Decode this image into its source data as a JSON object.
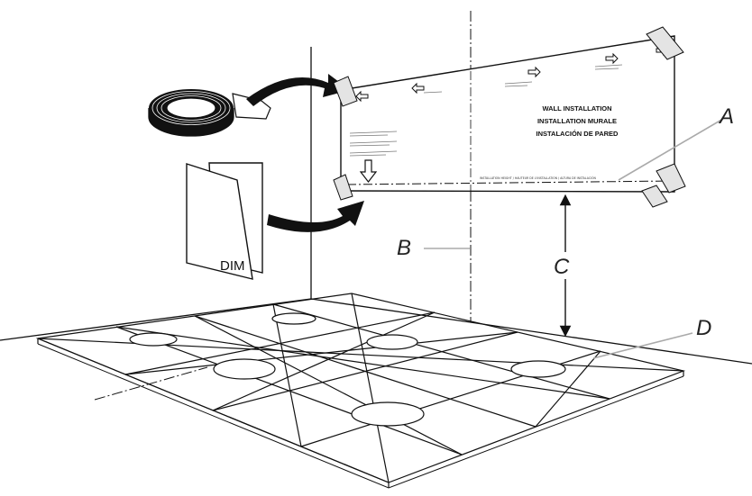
{
  "template": {
    "title_en": "WALL INSTALLATION",
    "title_fr": "INSTALLATION MURALE",
    "title_es": "INSTALACIÓN DE PARED",
    "height_line_text": "INSTALLATION HEIGHT / HAUTEUR DE L'INSTALLATION / ALTURA DE INSTALACIÓN"
  },
  "manual": {
    "label": "DIM"
  },
  "callouts": {
    "a": "A",
    "b": "B",
    "c": "C",
    "d": "D"
  },
  "colors": {
    "ink": "#111111",
    "leader": "#aaaaaa",
    "background": "#ffffff"
  }
}
